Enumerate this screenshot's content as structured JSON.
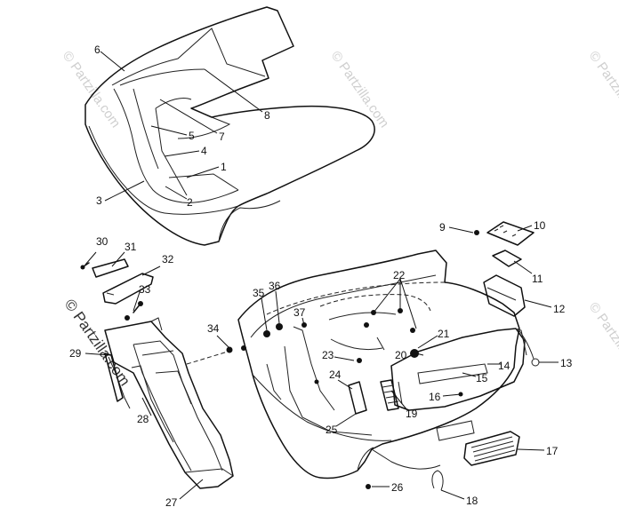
{
  "watermark": {
    "text": "© Partzilla.com",
    "text_dark": "© Partzilla.com"
  },
  "callouts": [
    {
      "id": "c1",
      "label": "1"
    },
    {
      "id": "c2",
      "label": "2"
    },
    {
      "id": "c3",
      "label": "3"
    },
    {
      "id": "c4",
      "label": "4"
    },
    {
      "id": "c5",
      "label": "5"
    },
    {
      "id": "c6",
      "label": "6"
    },
    {
      "id": "c7",
      "label": "7"
    },
    {
      "id": "c8",
      "label": "8"
    },
    {
      "id": "c9",
      "label": "9"
    },
    {
      "id": "c10",
      "label": "10"
    },
    {
      "id": "c11",
      "label": "11"
    },
    {
      "id": "c12",
      "label": "12"
    },
    {
      "id": "c13",
      "label": "13"
    },
    {
      "id": "c14",
      "label": "14"
    },
    {
      "id": "c15",
      "label": "15"
    },
    {
      "id": "c16",
      "label": "16"
    },
    {
      "id": "c17",
      "label": "17"
    },
    {
      "id": "c18",
      "label": "18"
    },
    {
      "id": "c19",
      "label": "19"
    },
    {
      "id": "c20",
      "label": "20"
    },
    {
      "id": "c21",
      "label": "21"
    },
    {
      "id": "c22",
      "label": "22"
    },
    {
      "id": "c23",
      "label": "23"
    },
    {
      "id": "c24",
      "label": "24"
    },
    {
      "id": "c25",
      "label": "25"
    },
    {
      "id": "c26",
      "label": "26"
    },
    {
      "id": "c27",
      "label": "27"
    },
    {
      "id": "c28",
      "label": "28"
    },
    {
      "id": "c29",
      "label": "29"
    },
    {
      "id": "c30",
      "label": "30"
    },
    {
      "id": "c31",
      "label": "31"
    },
    {
      "id": "c32",
      "label": "32"
    },
    {
      "id": "c33",
      "label": "33"
    },
    {
      "id": "c34",
      "label": "34"
    },
    {
      "id": "c35",
      "label": "35"
    },
    {
      "id": "c36",
      "label": "36"
    },
    {
      "id": "c37",
      "label": "37"
    }
  ]
}
